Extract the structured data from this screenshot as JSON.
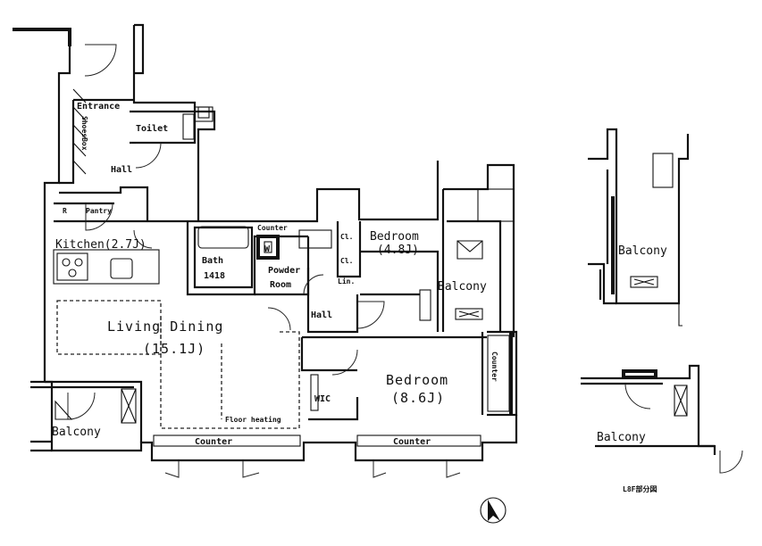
{
  "labels": {
    "entrance": "Entrance",
    "shoes_box": "ShoesBox",
    "toilet": "Toilet",
    "hall_top": "Hall",
    "pantry": "Pantry",
    "r_mark": "R",
    "kitchen": "Kitchen(2.7J)",
    "bath": "Bath",
    "bath_size": "1418",
    "w_mark": "W",
    "counter_powder": "Counter",
    "powder_room": "Powder",
    "powder_room_2": "Room",
    "bedroom_small": "Bedroom",
    "bedroom_small_size": "(4.8J)",
    "cl1": "Cl.",
    "cl2": "Cl.",
    "lin": "Lin.",
    "balcony_right": "Balcony",
    "hall_mid": "Hall",
    "living_dining": "Living Dining",
    "living_dining_size": "(15.1J)",
    "wic": "WIC",
    "bedroom_large": "Bedroom",
    "bedroom_large_size": "(8.6J)",
    "counter_side": "Counter",
    "floor_heating": "Floor heating",
    "counter_living": "Counter",
    "counter_bedroom": "Counter",
    "balcony_left": "Balcony",
    "balcony_inset_top": "Balcony",
    "balcony_inset_bottom": "Balcony",
    "inset_caption": "L8F部分図"
  },
  "icons": {
    "north_arrow": "north-arrow-icon"
  }
}
